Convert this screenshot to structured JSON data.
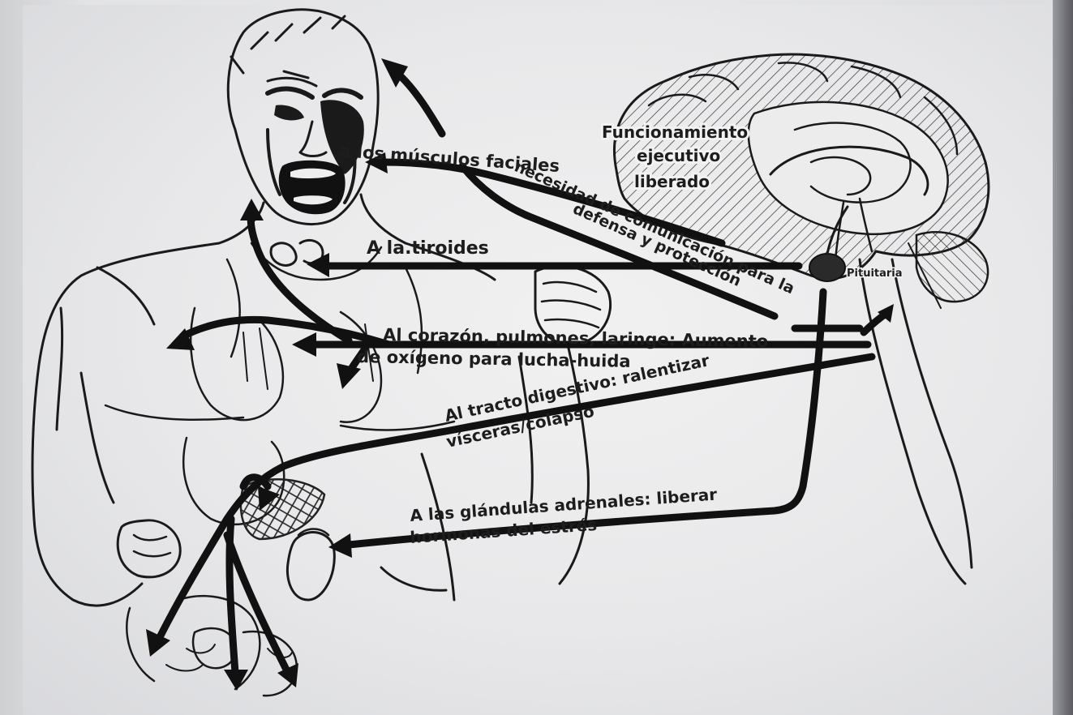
{
  "diagram": {
    "labels": {
      "facial": "a los músculos faciales",
      "communication": "necesidad de comunicación para la",
      "defense": "defensa y protección",
      "thyroid": "A la.tiroides",
      "heart_line1": "Al corazón, pulmones, laringe: Aumento",
      "heart_line2": "de oxígeno para lucha-huida",
      "digestive_line1": "Al tracto digestivo: ralentizar",
      "digestive_line2": "vísceras/colapso",
      "adrenal_line1": "A las glándulas adrenales: liberar",
      "adrenal_line2": "hormonas del estrés",
      "executive_line1": "Funcionamiento",
      "executive_line2": "ejecutivo",
      "executive_line3": "liberado",
      "pituitary": "Pituitaria"
    },
    "icons": {
      "figure": "screaming-man-figure",
      "brain": "brain-sagittal-section"
    },
    "colors": {
      "ink": "#111111",
      "paper": "#ebebec"
    }
  }
}
